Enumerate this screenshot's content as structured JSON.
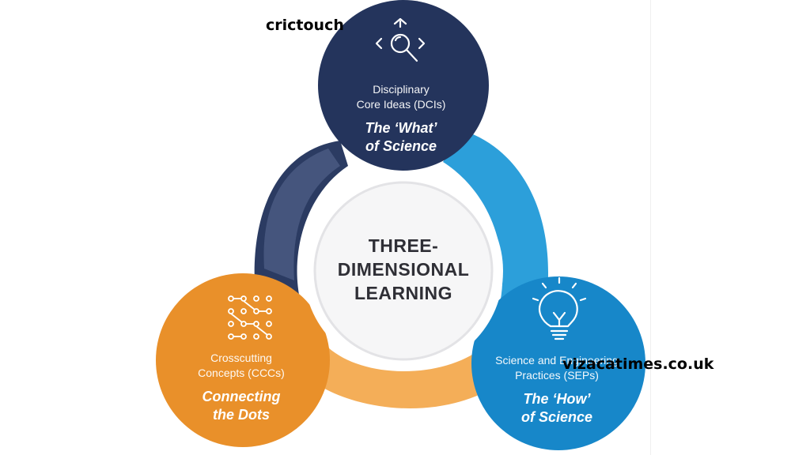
{
  "diagram": {
    "center": {
      "lines": [
        "THREE-",
        "DIMENSIONAL",
        "LEARNING"
      ]
    },
    "dci": {
      "title_lines": [
        "Disciplinary",
        "Core Ideas (DCIs)"
      ],
      "subtitle_lines": [
        "The ‘What’",
        "of Science"
      ],
      "icon": "magnifier-icon",
      "color": "#24345c"
    },
    "ccc": {
      "title_lines": [
        "Crosscutting",
        "Concepts (CCCs)"
      ],
      "subtitle_lines": [
        "Connecting",
        "the Dots"
      ],
      "icon": "connected-dots-icon",
      "color": "#e9902a"
    },
    "sep": {
      "title_lines": [
        "Science and Engineering",
        "Practices (SEPs)"
      ],
      "subtitle_lines": [
        "The ‘How’",
        "of Science"
      ],
      "icon": "lightbulb-icon",
      "color": "#1787c9"
    },
    "colors": {
      "dci_to_ccc": "#2b3b62",
      "dci_to_sep": "#2c9fda",
      "ccc_to_sep": "#f4ae58",
      "ring": "#ffffff"
    }
  },
  "watermarks": {
    "top": "crictouch",
    "bottom": "vizacatimes.co.uk"
  }
}
